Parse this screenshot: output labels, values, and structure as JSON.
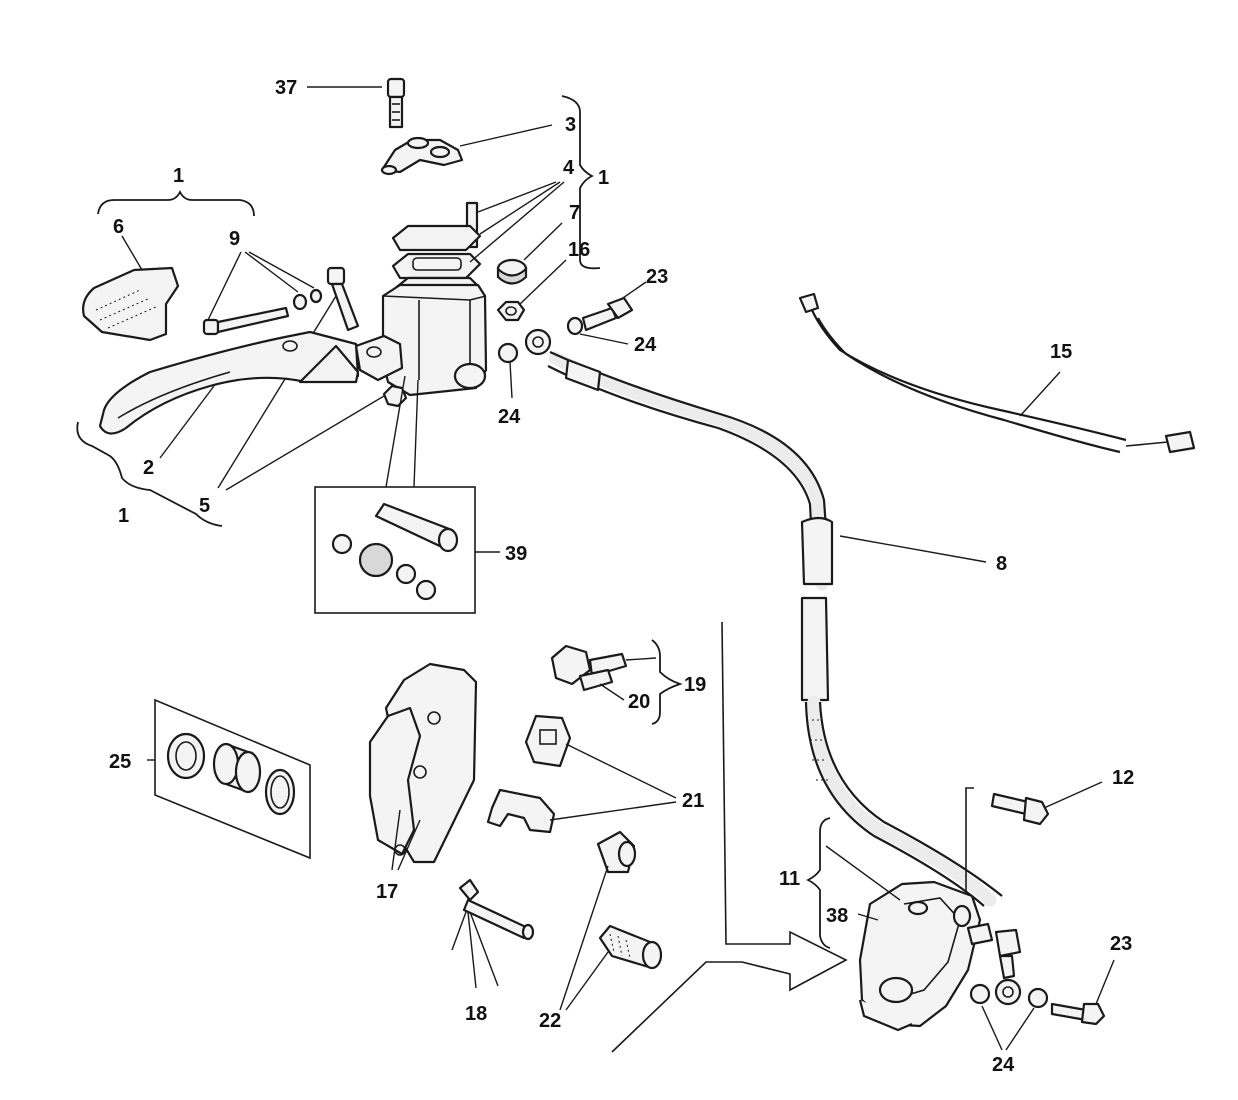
{
  "callouts": {
    "c37": "37",
    "c3": "3",
    "c4": "4",
    "c1_top": "1",
    "c1_left": "1",
    "c1_bottom": "1",
    "c6": "6",
    "c9": "9",
    "c7": "7",
    "c16": "16",
    "c23_top": "23",
    "c24_a": "24",
    "c24_b": "24",
    "c15": "15",
    "c2": "2",
    "c5": "5",
    "c39": "39",
    "c8": "8",
    "c19": "19",
    "c20": "20",
    "c25": "25",
    "c21": "21",
    "c17": "17",
    "c12": "12",
    "c11": "11",
    "c38": "38",
    "c23_bottom": "23",
    "c18": "18",
    "c22": "22",
    "c24_bottom": "24"
  }
}
